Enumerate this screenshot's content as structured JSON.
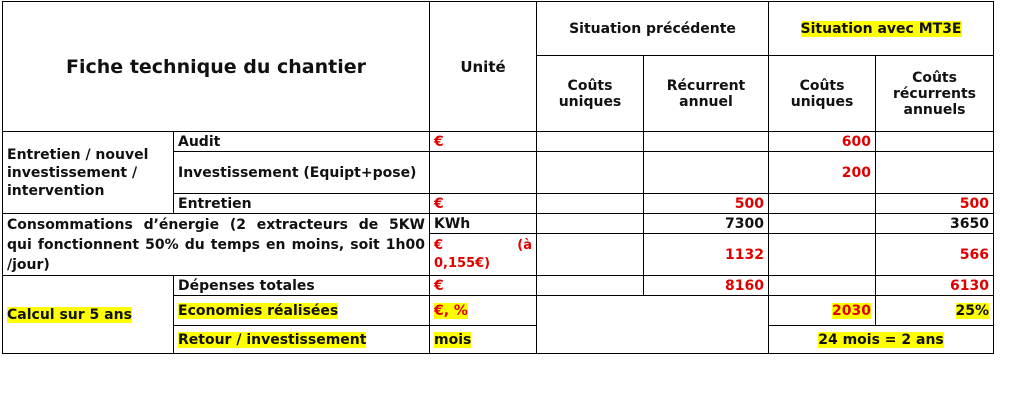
{
  "header": {
    "sheet_title": "Fiche technique du chantier",
    "unit_col": "Unité",
    "prev_situation": "Situation précédente",
    "mt3e_situation": "Situation avec MT3E",
    "one_time_costs": "Coûts uniques",
    "recurring_annual": "Récurrent annuel",
    "one_time_costs_2": "Coûts uniques",
    "recurring_annual_costs": "Coûts récurrents annuels"
  },
  "group_maintenance": {
    "label": "Entretien / nouvel investissement / intervention",
    "rows": [
      {
        "item": "Audit",
        "unit": "€",
        "prev_one": "",
        "prev_rec": "",
        "new_one": "600",
        "new_rec": ""
      },
      {
        "item": "Investissement (Equipt+pose)",
        "unit": "",
        "prev_one": "",
        "prev_rec": "",
        "new_one": "200",
        "new_rec": ""
      },
      {
        "item": "Entretien",
        "unit": "€",
        "prev_one": "",
        "prev_rec": "500",
        "new_one": "",
        "new_rec": "500"
      }
    ]
  },
  "group_energy": {
    "label": "Consommations d’énergie (2 extracteurs de 5KW qui fonctionnent 50% du temps en moins, soit 1h00 /jour)",
    "rows": [
      {
        "unit": "KWh",
        "prev_rec": "7300",
        "new_rec": "3650"
      },
      {
        "unit_a": "€",
        "unit_b": "(à",
        "unit_c": "0,155€)",
        "prev_rec": "1132",
        "new_rec": "566"
      }
    ]
  },
  "group_calc": {
    "label": "Calcul sur 5 ans",
    "total": {
      "item": "Dépenses totales",
      "unit": "€",
      "prev_rec": "8160",
      "new_rec": "6130"
    },
    "savings": {
      "item": "Economies réalisées",
      "unit": "€, %",
      "new_one": "2030",
      "new_rec": "25%"
    },
    "payback": {
      "item": "Retour / investissement",
      "unit": "mois",
      "value": "24 mois = 2 ans"
    }
  }
}
